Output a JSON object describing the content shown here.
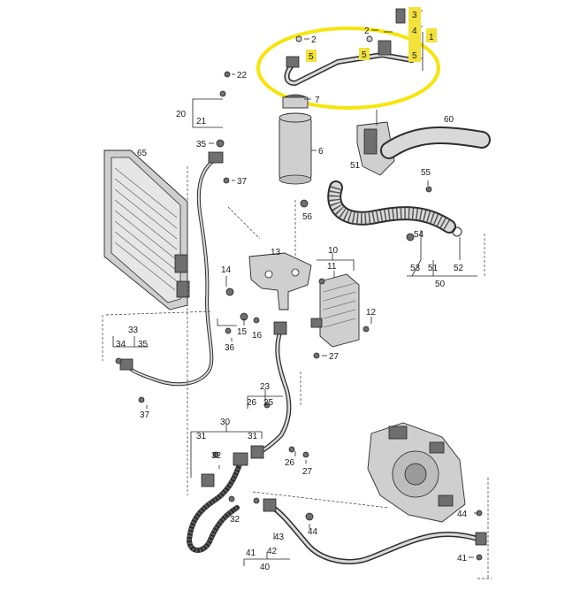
{
  "highlight_color": "#f5e50a",
  "labels": [
    {
      "id": "c1",
      "text": "1"
    },
    {
      "id": "c2a",
      "text": "2"
    },
    {
      "id": "c2b",
      "text": "2"
    },
    {
      "id": "c3",
      "text": "3"
    },
    {
      "id": "c4",
      "text": "4"
    },
    {
      "id": "c5a",
      "text": "5"
    },
    {
      "id": "c5b",
      "text": "5"
    },
    {
      "id": "c5c",
      "text": "5"
    },
    {
      "id": "c6",
      "text": "6"
    },
    {
      "id": "c7",
      "text": "7"
    },
    {
      "id": "c10",
      "text": "10"
    },
    {
      "id": "c11",
      "text": "11"
    },
    {
      "id": "c12",
      "text": "12"
    },
    {
      "id": "c13",
      "text": "13"
    },
    {
      "id": "c14",
      "text": "14"
    },
    {
      "id": "c15",
      "text": "15"
    },
    {
      "id": "c16",
      "text": "16"
    },
    {
      "id": "c20",
      "text": "20"
    },
    {
      "id": "c21",
      "text": "21"
    },
    {
      "id": "c22",
      "text": "22"
    },
    {
      "id": "c23",
      "text": "23"
    },
    {
      "id": "c25",
      "text": "25"
    },
    {
      "id": "c26a",
      "text": "26"
    },
    {
      "id": "c26b",
      "text": "26"
    },
    {
      "id": "c27a",
      "text": "27"
    },
    {
      "id": "c27b",
      "text": "27"
    },
    {
      "id": "c30",
      "text": "30"
    },
    {
      "id": "c31a",
      "text": "31"
    },
    {
      "id": "c31b",
      "text": "31"
    },
    {
      "id": "c32a",
      "text": "32"
    },
    {
      "id": "c32b",
      "text": "32"
    },
    {
      "id": "c33",
      "text": "33"
    },
    {
      "id": "c34",
      "text": "34"
    },
    {
      "id": "c35a",
      "text": "35"
    },
    {
      "id": "c35b",
      "text": "35"
    },
    {
      "id": "c36",
      "text": "36"
    },
    {
      "id": "c37a",
      "text": "37"
    },
    {
      "id": "c37b",
      "text": "37"
    },
    {
      "id": "c40",
      "text": "40"
    },
    {
      "id": "c41a",
      "text": "41"
    },
    {
      "id": "c41b",
      "text": "41"
    },
    {
      "id": "c42",
      "text": "42"
    },
    {
      "id": "c43",
      "text": "43"
    },
    {
      "id": "c44a",
      "text": "44"
    },
    {
      "id": "c44b",
      "text": "44"
    },
    {
      "id": "c50",
      "text": "50"
    },
    {
      "id": "c51a",
      "text": "51"
    },
    {
      "id": "c51b",
      "text": "51"
    },
    {
      "id": "c52",
      "text": "52"
    },
    {
      "id": "c53",
      "text": "53"
    },
    {
      "id": "c54",
      "text": "54"
    },
    {
      "id": "c55",
      "text": "55"
    },
    {
      "id": "c56",
      "text": "56"
    },
    {
      "id": "c60",
      "text": "60"
    },
    {
      "id": "c65",
      "text": "65"
    }
  ]
}
